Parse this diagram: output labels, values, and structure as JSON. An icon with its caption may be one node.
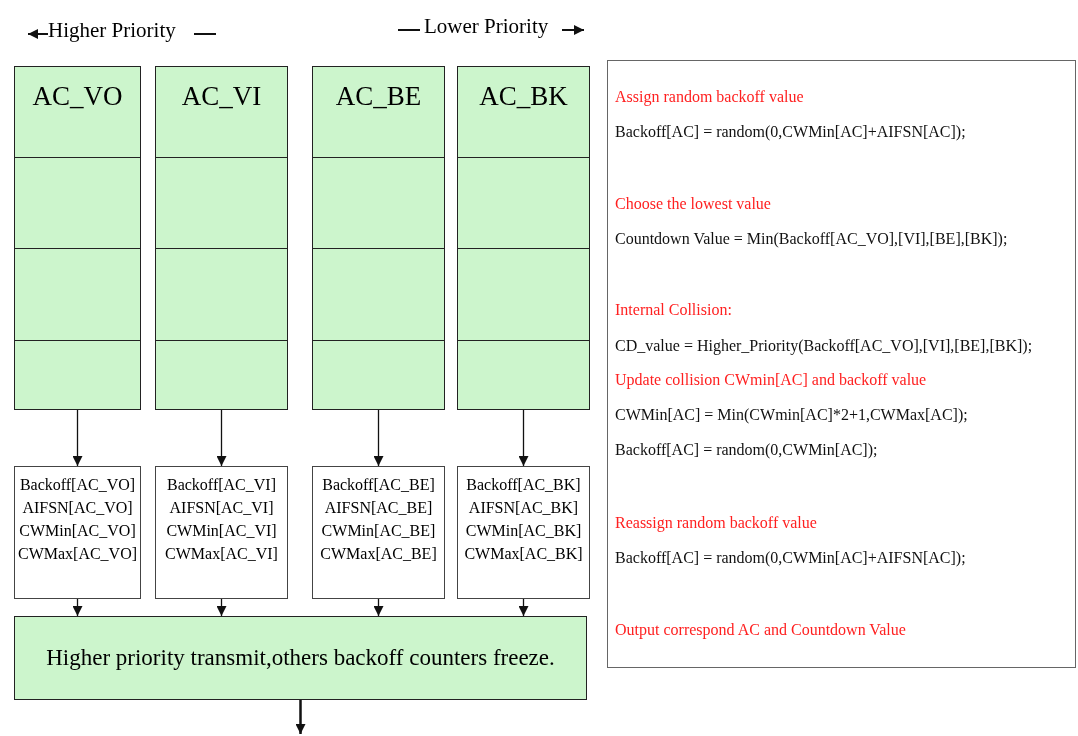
{
  "diagram": {
    "nodes": [
      {
        "text": [
          "AC_VO"
        ]
      },
      {
        "text": [
          "AC_VI"
        ]
      },
      {
        "text": [
          "AC_BE"
        ]
      },
      {
        "text": [
          "AC_BK"
        ]
      },
      {
        "text": [
          "Backoff[AC_VO]",
          "AIFSN[AC_VO]",
          "CWMin[AC_VO]",
          "CWMax[AC_VO]"
        ]
      },
      {
        "text": [
          "Backoff[AC_VI]",
          "AIFSN[AC_VI]",
          "CWMin[AC_VI]",
          "CWMax[AC_VI]"
        ]
      },
      {
        "text": [
          "Backoff[AC_BE]",
          "AIFSN[AC_BE]",
          "CWMin[AC_BE]",
          "CWMax[AC_BE]"
        ]
      },
      {
        "text": [
          "Backoff[AC_BK]",
          "AIFSN[AC_BK]",
          "CWMin[AC_BK]",
          "CWMax[AC_BK]"
        ]
      },
      {
        "text": [
          "Higher priority transmit,others backoff counters freeze."
        ]
      },
      {
        "text": [
          "Assign random backoff value",
          "Backoff[AC] = random(0,CWMin[AC]+AIFSN[AC]);",
          "Choose the lowest value",
          "Countdown Value = Min(Backoff[AC_VO],[VI],[BE],[BK]);",
          "Internal Collision:",
          "CD_value = Higher_Priority(Backoff[AC_VO],[VI],[BE],[BK]);",
          "Update collision CWmin[AC] and backoff value",
          "CWMin[AC] = Min(CWmin[AC]*2+1,CWMax[AC]);",
          "Backoff[AC] = random(0,CWMin[AC]);",
          "Reassign random backoff value",
          "Backoff[AC] = random(0,CWMin[AC]+AIFSN[AC]);",
          "Output correspond AC and Countdown Value"
        ]
      }
    ],
    "edges": [
      {
        "from": 0,
        "to": 4,
        "arrow": "to"
      },
      {
        "from": 1,
        "to": 5,
        "arrow": "to"
      },
      {
        "from": 2,
        "to": 6,
        "arrow": "to"
      },
      {
        "from": 3,
        "to": 7,
        "arrow": "to"
      },
      {
        "from": 4,
        "to": 8,
        "arrow": "to"
      },
      {
        "from": 5,
        "to": 8,
        "arrow": "to"
      },
      {
        "from": 6,
        "to": 8,
        "arrow": "to"
      },
      {
        "from": 7,
        "to": 8,
        "arrow": "to"
      },
      {
        "from": 8,
        "to": null,
        "arrow": "to"
      }
    ],
    "labels": [
      "Higher Priority",
      "Lower Priority"
    ]
  }
}
